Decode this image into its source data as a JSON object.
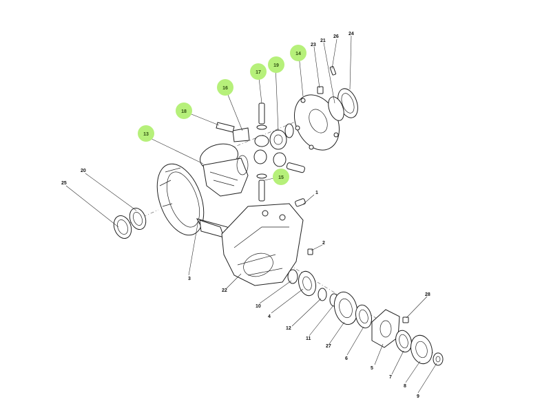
{
  "highlight_color": "#b6f07a",
  "highlighted_labels": {
    "p13": "13",
    "p14": "14",
    "p15": "15",
    "p16": "16",
    "p17": "17",
    "p18": "18",
    "p19": "19"
  },
  "labels": {
    "p1": "1",
    "p2": "2",
    "p3": "3",
    "p4": "4",
    "p5": "5",
    "p6": "6",
    "p7": "7",
    "p8": "8",
    "p9": "9",
    "p10": "10",
    "p11": "11",
    "p12": "12",
    "p20": "20",
    "p21": "21",
    "p22": "22",
    "p23": "23",
    "p24": "24",
    "p25": "25",
    "p26": "26",
    "p27": "27",
    "p28": "28"
  }
}
